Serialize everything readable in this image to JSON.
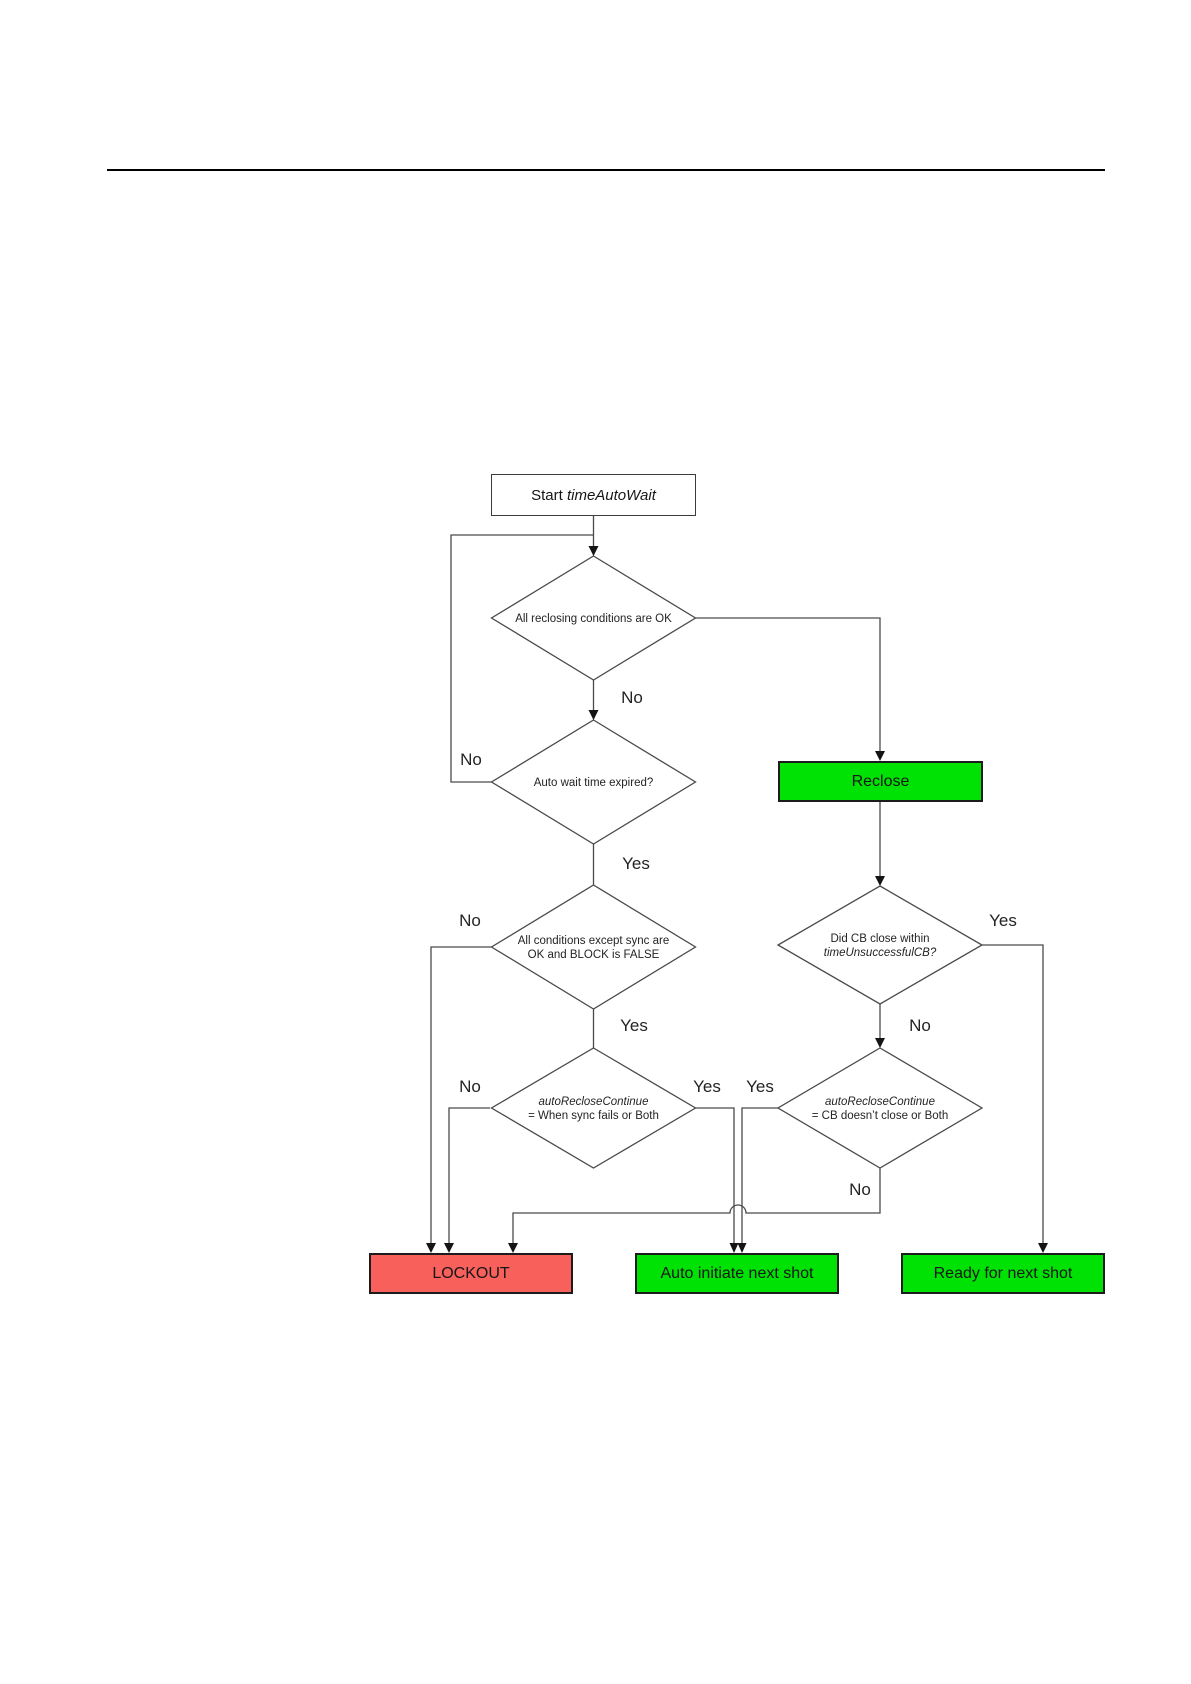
{
  "flowchart": {
    "start_box": {
      "text_normal": "Start ",
      "text_italic": "timeAutoWait"
    },
    "decisions": {
      "reclosing_ok": {
        "line1": "All reclosing conditions are OK"
      },
      "wait_expired": {
        "line1": "Auto wait time expired?"
      },
      "conditions_sync": {
        "line1": "All conditions except sync are",
        "line2": "OK and BLOCK is FALSE"
      },
      "continue_sync": {
        "line1_italic": "autoRecloseContinue",
        "line2": "= When sync fails or Both"
      },
      "cb_closed": {
        "line1": "Did CB close within",
        "line2_italic": "timeUnsuccessfulCB?"
      },
      "continue_cb": {
        "line1_italic": "autoRecloseContinue",
        "line2": "= CB doesn’t close or Both"
      }
    },
    "result_boxes": {
      "reclose": "Reclose",
      "lockout": "LOCKOUT",
      "auto_initiate": "Auto initiate next shot",
      "ready": "Ready for next shot"
    },
    "edge_labels": {
      "d1_no": "No",
      "d2_no": "No",
      "d2_yes": "Yes",
      "d3_no": "No",
      "d3_yes": "Yes",
      "d4_no": "No",
      "d4_yes": "Yes",
      "d5_yes": "Yes",
      "d5_no": "No",
      "d6_yes": "Yes",
      "d6_no": "No"
    },
    "colors": {
      "success_green": "#00e104",
      "lockout_red": "#f8605c"
    }
  }
}
